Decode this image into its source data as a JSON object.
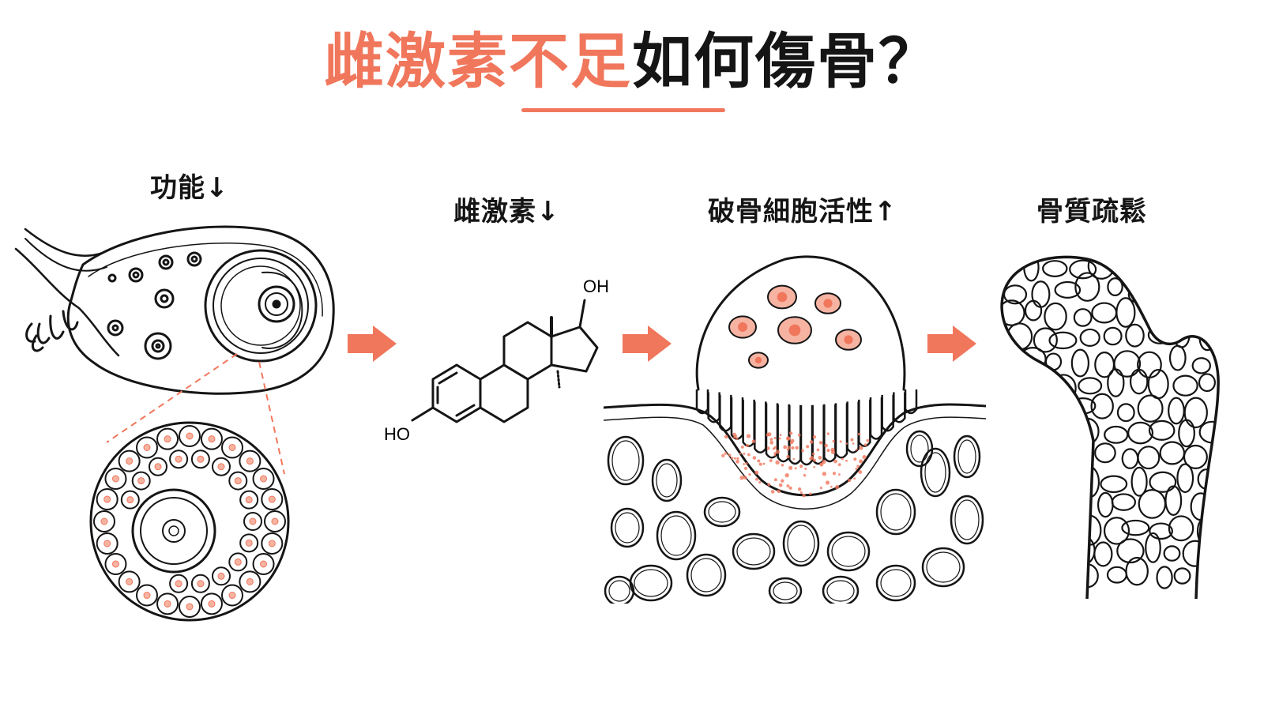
{
  "title": {
    "accent_part": "雌激素不足",
    "dark_part": "如何傷骨？"
  },
  "colors": {
    "accent": "#f0775c",
    "ink": "#151515",
    "cell_fill": "#f6b3a2"
  },
  "steps": [
    {
      "label": "功能↓"
    },
    {
      "label": "雌激素↓"
    },
    {
      "label": "破骨細胞活性↑"
    },
    {
      "label": "骨質疏鬆"
    }
  ],
  "molecule": {
    "oh_top": "OH",
    "ho_left": "HO"
  }
}
